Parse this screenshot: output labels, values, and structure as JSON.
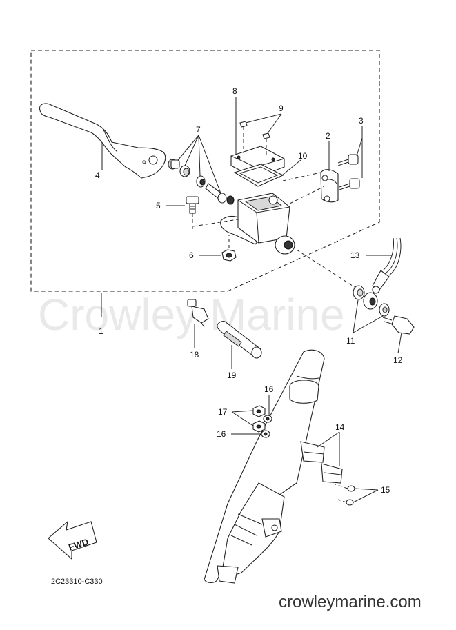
{
  "diagram": {
    "watermark": "Crowley Marine",
    "site_footer": "crowleymarine.com",
    "drawing_code": "2C23310-C330",
    "fwd_label": "FWD",
    "callouts": [
      {
        "id": "c1",
        "label": "1"
      },
      {
        "id": "c2",
        "label": "2"
      },
      {
        "id": "c3",
        "label": "3"
      },
      {
        "id": "c4",
        "label": "4"
      },
      {
        "id": "c5",
        "label": "5"
      },
      {
        "id": "c6",
        "label": "6"
      },
      {
        "id": "c7",
        "label": "7"
      },
      {
        "id": "c8",
        "label": "8"
      },
      {
        "id": "c9",
        "label": "9"
      },
      {
        "id": "c10",
        "label": "10"
      },
      {
        "id": "c11",
        "label": "11"
      },
      {
        "id": "c12",
        "label": "12"
      },
      {
        "id": "c13",
        "label": "13"
      },
      {
        "id": "c14",
        "label": "14"
      },
      {
        "id": "c15",
        "label": "15"
      },
      {
        "id": "c16a",
        "label": "16"
      },
      {
        "id": "c16b",
        "label": "16"
      },
      {
        "id": "c17",
        "label": "17"
      },
      {
        "id": "c18",
        "label": "18"
      },
      {
        "id": "c19",
        "label": "19"
      }
    ]
  }
}
